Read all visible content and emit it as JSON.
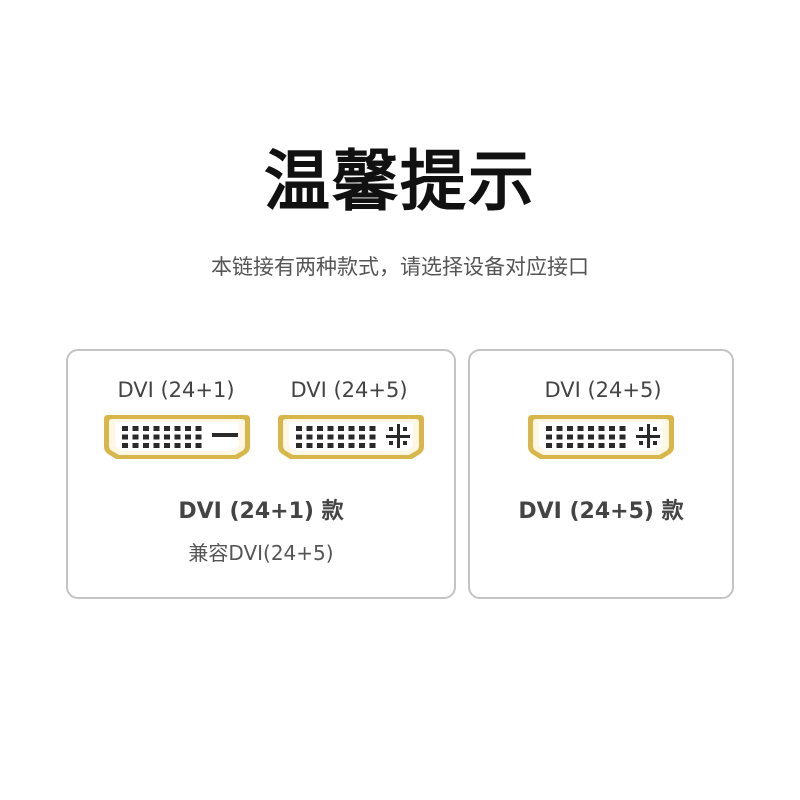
{
  "header": {
    "title": "温馨提示",
    "subtitle": "本链接有两种款式，请选择设备对应接口"
  },
  "cards": [
    {
      "ports": [
        {
          "label": "DVI (24+1)",
          "icon": "dvi-24-1-connector-icon"
        },
        {
          "label": "DVI (24+5)",
          "icon": "dvi-24-5-connector-icon"
        }
      ],
      "title": "DVI (24+1) 款",
      "note": "兼容DVI(24+5)"
    },
    {
      "ports": [
        {
          "label": "DVI (24+5)",
          "icon": "dvi-24-5-connector-icon"
        }
      ],
      "title": "DVI (24+5) 款",
      "note": ""
    }
  ],
  "colors": {
    "connector_gold": "#d9b64a",
    "card_border": "#c4c4c4",
    "pin": "#2a2a2a"
  }
}
